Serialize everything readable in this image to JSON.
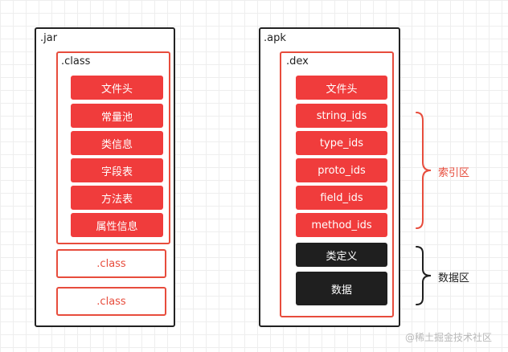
{
  "jar": {
    "title": ".jar",
    "class_title": ".class",
    "items": [
      "文件头",
      "常量池",
      "类信息",
      "字段表",
      "方法表",
      "属性信息"
    ],
    "extra_classes": [
      ".class",
      ".class"
    ]
  },
  "apk": {
    "title": ".apk",
    "dex_title": ".dex",
    "items": [
      "文件头",
      "string_ids",
      "type_ids",
      "proto_ids",
      "field_ids",
      "method_ids"
    ],
    "data_items": [
      "类定义",
      "数据"
    ]
  },
  "labels": {
    "index_area": "索引区",
    "data_area": "数据区"
  },
  "watermark": "@稀土掘金技术社区",
  "colors": {
    "accent": "#f03c3c",
    "dark": "#1f1f1f",
    "outline": "#222222"
  }
}
